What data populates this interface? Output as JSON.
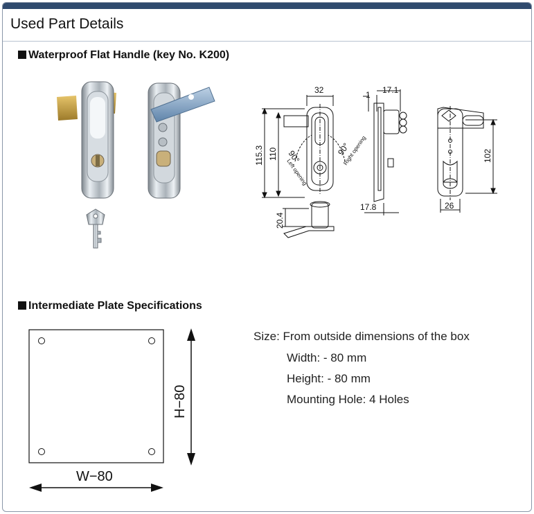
{
  "page": {
    "title": "Used Part Details"
  },
  "handle_section": {
    "heading": "Waterproof Flat Handle (key No. K200)",
    "dimensions": {
      "top_width": "32",
      "side_top_small": "1",
      "side_top": "17.1",
      "overall_height": "115.3",
      "height": "110",
      "left_angle": "90°",
      "left_label": "Left opening",
      "right_angle": "90°",
      "right_label": "Right opening",
      "bottom_height": "20.4",
      "side_bottom": "17.8",
      "back_height": "102",
      "back_width": "26"
    }
  },
  "plate_section": {
    "heading": "Intermediate Plate Specifications",
    "height_label": "H−80",
    "width_label": "W−80",
    "size_line": "Size: From outside dimensions of the box",
    "width_line": "Width: - 80 mm",
    "height_line": "Height: - 80 mm",
    "holes_line": "Mounting Hole: 4 Holes"
  }
}
